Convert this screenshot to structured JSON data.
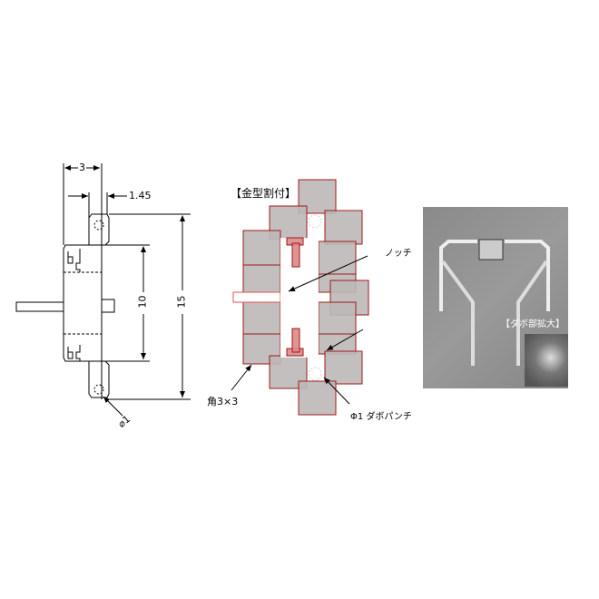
{
  "drawing": {
    "dim_width": "3",
    "dim_thickness": "1.45",
    "dim_inner_height": "10",
    "dim_total_height": "15",
    "dim_hole": "⌀1"
  },
  "layout_diagram": {
    "title": "【金型割付】",
    "notch_label": "ノッチ",
    "corner_label": "角3×3",
    "punch_label": "Φ1 ダボパンチ"
  },
  "photo": {
    "inset_label": "【ダボ部拡大】"
  },
  "colors": {
    "outline": "#a01818",
    "fill": "#bdb8b8",
    "photo": "#8c8c8c"
  }
}
